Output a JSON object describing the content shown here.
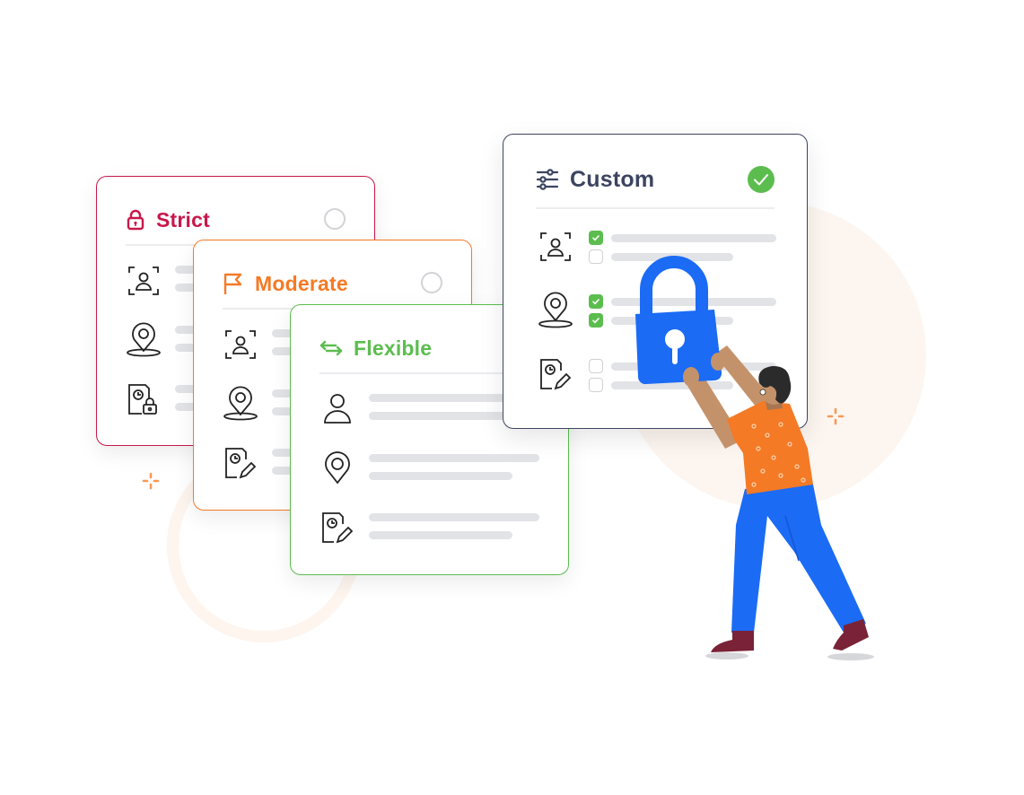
{
  "colors": {
    "strict": "#c8174a",
    "moderate": "#f47a26",
    "flexible": "#5cbd4f",
    "custom": "#3c4460",
    "checked": "#5cbd4f",
    "lock_blue": "#1b6bf5",
    "shirt": "#f47a26",
    "pants": "#1b6bf5",
    "skin": "#c4926a",
    "bg_accent": "#fdf5ef"
  },
  "cards": {
    "strict": {
      "title": "Strict",
      "icon": "lock-icon",
      "selected": false,
      "rows": [
        "face-scan-icon",
        "location-pin-icon",
        "document-clock-lock-icon"
      ]
    },
    "moderate": {
      "title": "Moderate",
      "icon": "flag-icon",
      "selected": false,
      "rows": [
        "face-scan-icon",
        "location-pin-icon",
        "document-clock-edit-icon"
      ]
    },
    "flexible": {
      "title": "Flexible",
      "icon": "arrows-left-right-icon",
      "rows": [
        "user-icon",
        "location-pin-icon",
        "document-clock-edit-icon"
      ]
    },
    "custom": {
      "title": "Custom",
      "icon": "sliders-icon",
      "selected": true,
      "rows": [
        {
          "icon": "face-scan-icon",
          "checks": [
            true,
            false
          ]
        },
        {
          "icon": "location-pin-icon",
          "checks": [
            true,
            true
          ]
        },
        {
          "icon": "document-clock-edit-icon",
          "checks": [
            false,
            false
          ]
        }
      ]
    }
  },
  "illustration": {
    "subject": "person holding padlock",
    "padlock_icon": "padlock-icon"
  }
}
